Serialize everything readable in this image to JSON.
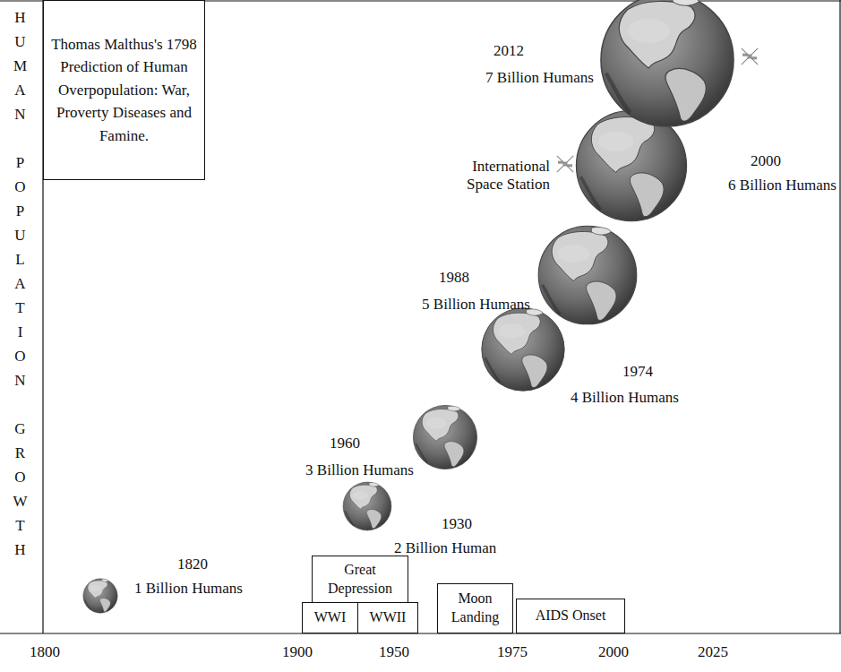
{
  "diagram": {
    "nodes": [
      {
        "text": [
          "Thomas Malthus's 1798 Prediction of Human Overpopulation: War, Proverty Diseases and Famine."
        ]
      },
      {
        "text": [
          "Great Depression"
        ]
      },
      {
        "text": [
          "Moon Landing"
        ]
      },
      {
        "text": [
          "WWI"
        ]
      },
      {
        "text": [
          "WWII"
        ]
      },
      {
        "text": [
          "AIDS Onset"
        ]
      }
    ],
    "edges": [],
    "labels": [
      "HUMAN POPULATION GROWTH",
      "2012",
      "7 Billion Humans",
      "International Space Station",
      "2000",
      "6 Billion Humans",
      "1988",
      "5 Billion Humans",
      "1974",
      "4 Billion Humans",
      "1960",
      "3 Billion Humans",
      "1930",
      "2 Billion Human",
      "1820",
      "1 Billion Humans",
      "1800",
      "1900",
      "1950",
      "1975",
      "2000",
      "2025"
    ]
  }
}
